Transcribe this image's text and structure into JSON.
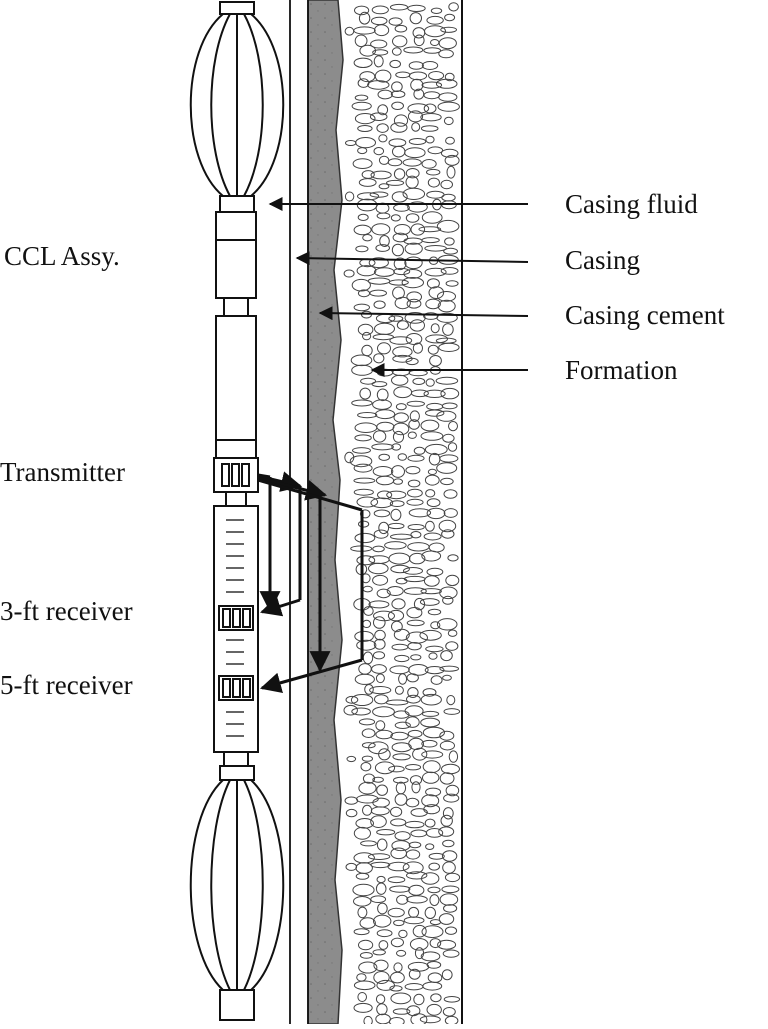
{
  "labels": {
    "ccl": "CCL Assy.",
    "transmitter": "Transmitter",
    "receiver3": "3-ft receiver",
    "receiver5": "5-ft receiver",
    "casing_fluid": "Casing fluid",
    "casing": "Casing",
    "casing_cement": "Casing cement",
    "formation": "Formation"
  },
  "colors": {
    "line": "#111111",
    "cement": "#8c8c8c",
    "background": "#ffffff"
  }
}
